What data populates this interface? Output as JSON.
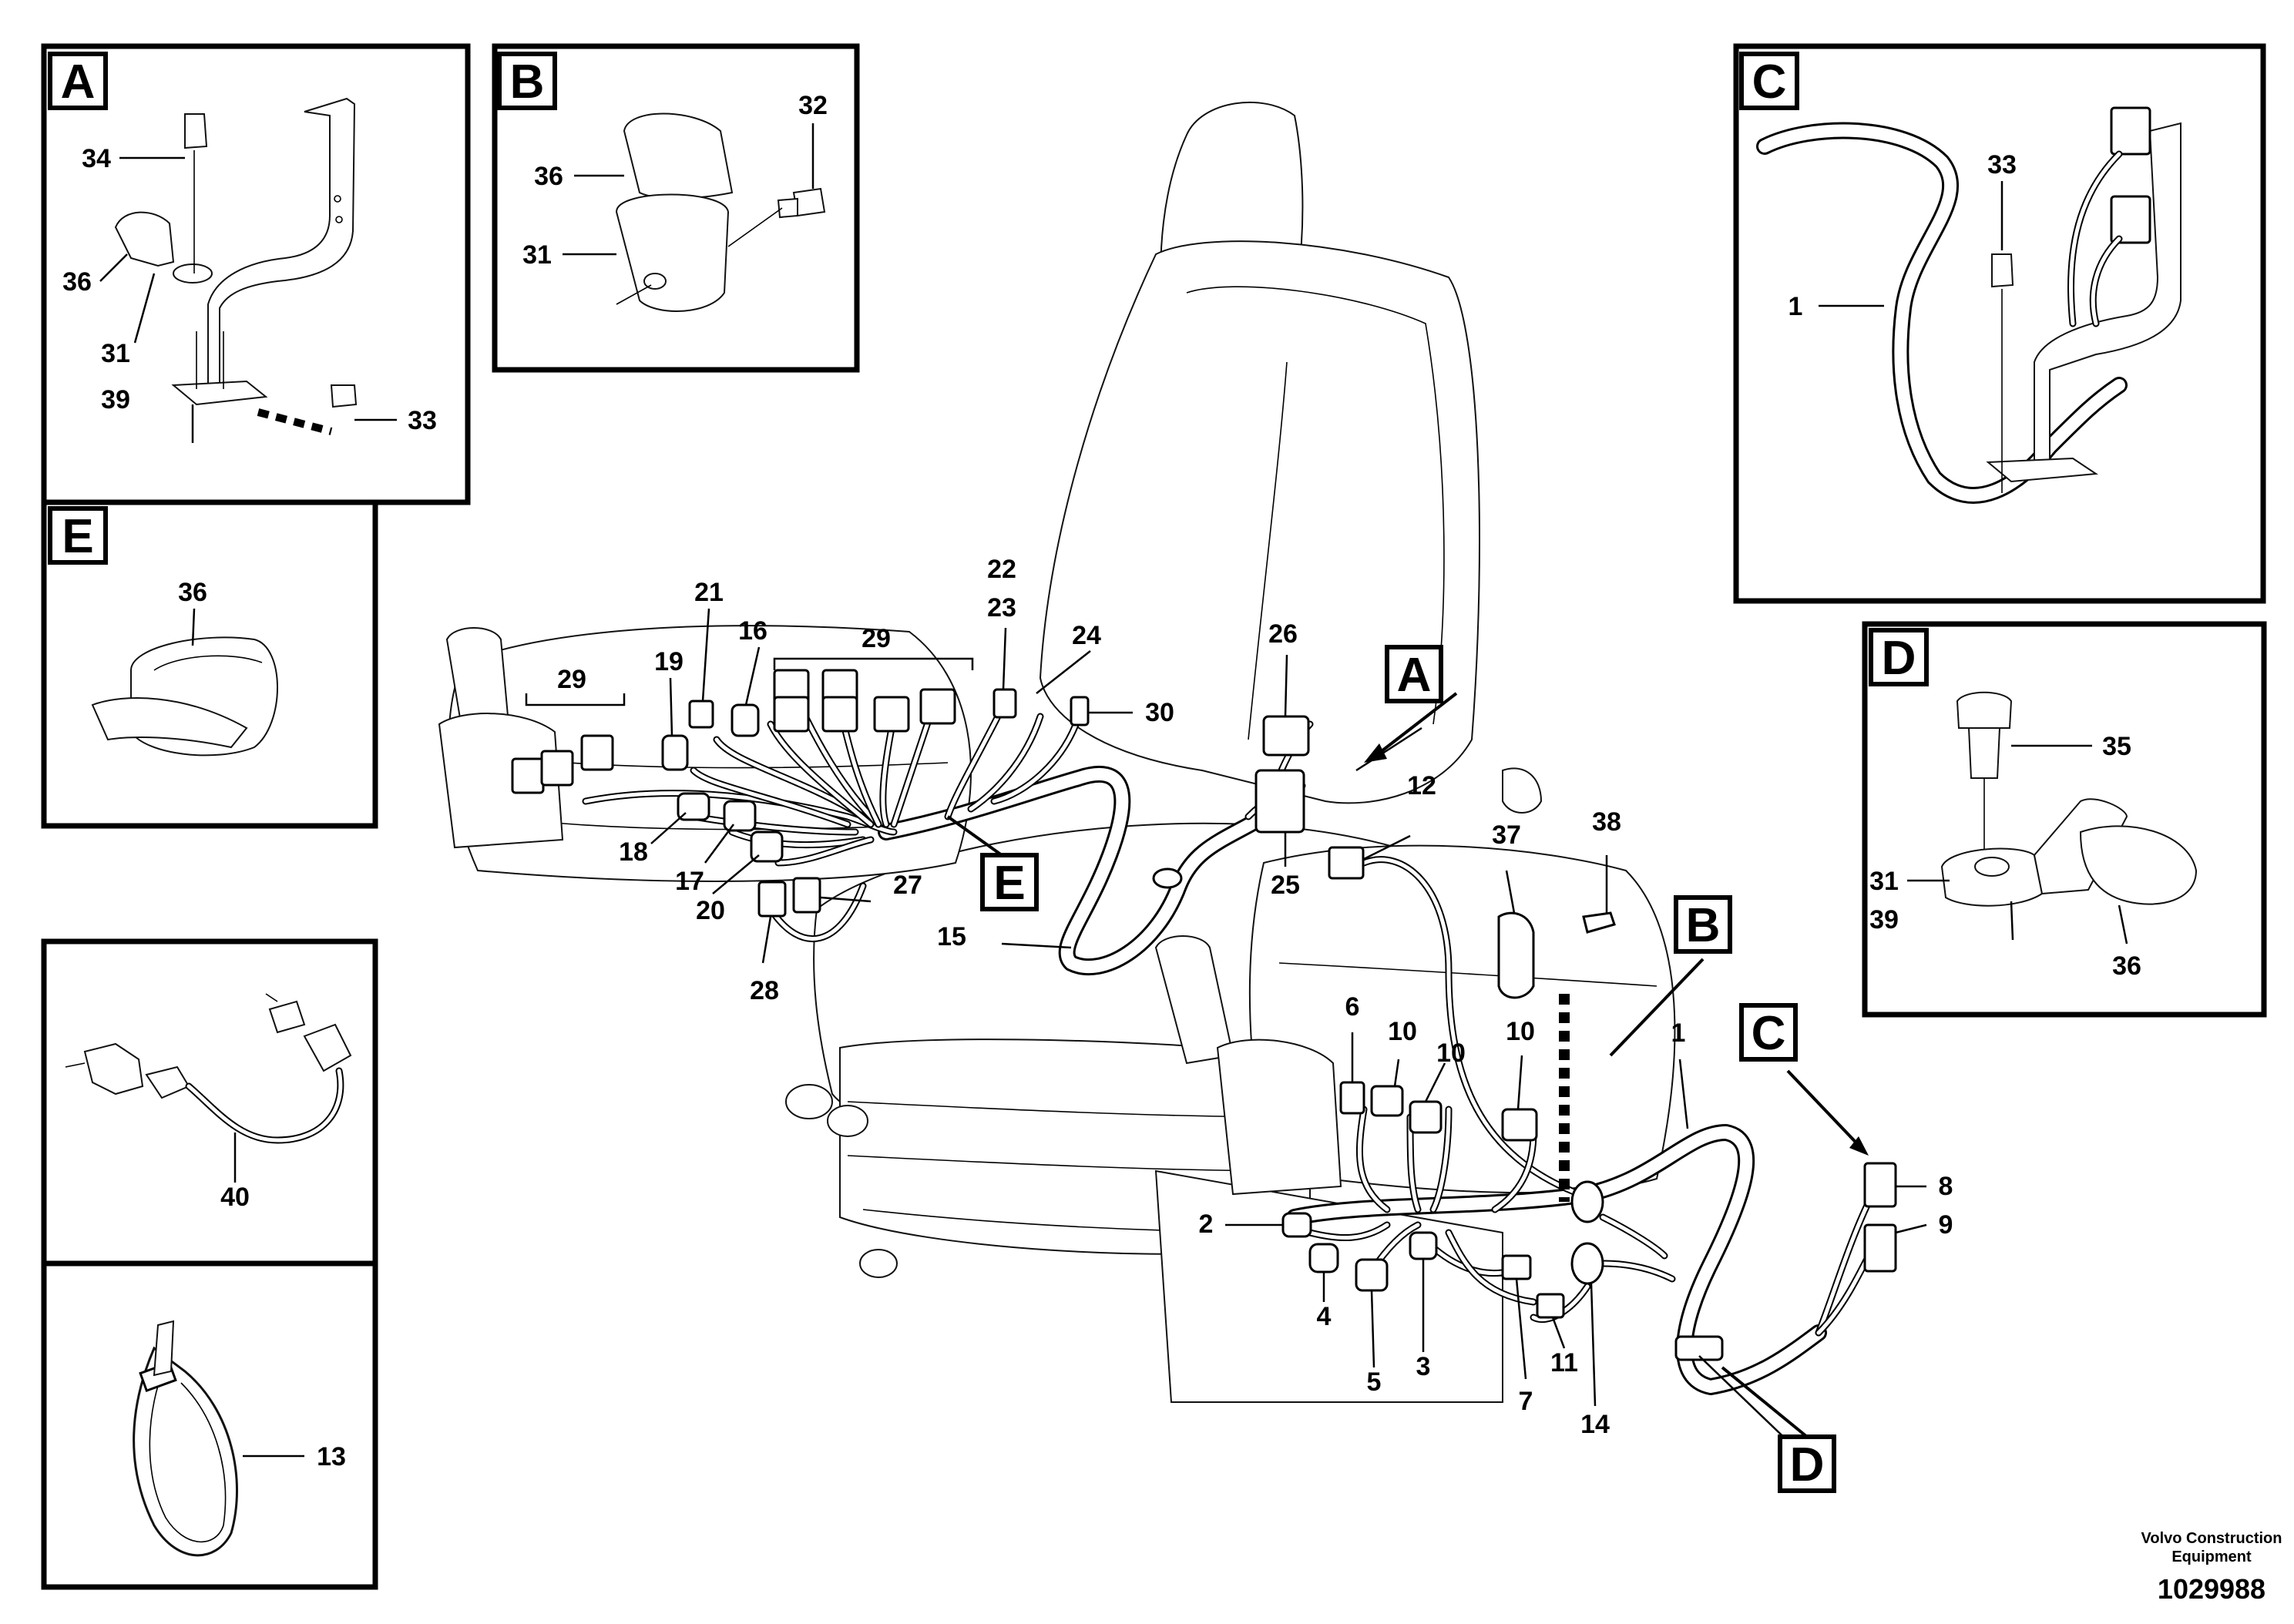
{
  "panels": [
    {
      "id": "A",
      "letter": "A"
    },
    {
      "id": "B",
      "letter": "B"
    },
    {
      "id": "C",
      "letter": "C"
    },
    {
      "id": "D",
      "letter": "D"
    },
    {
      "id": "E",
      "letter": "E"
    }
  ],
  "callout_tags": {
    "A": "A",
    "B": "B",
    "C": "C",
    "D": "D",
    "E": "E"
  },
  "labels": {
    "panel_a": [
      "34",
      "36",
      "31",
      "39",
      "33"
    ],
    "panel_b": [
      "32",
      "36",
      "31"
    ],
    "panel_c": [
      "33",
      "1"
    ],
    "panel_d": [
      "35",
      "31",
      "39",
      "36"
    ],
    "panel_e": [
      "36"
    ],
    "panel_40": [
      "40"
    ],
    "panel_13": [
      "13"
    ],
    "main": [
      "29",
      "19",
      "21",
      "16",
      "29",
      "22",
      "23",
      "24",
      "30",
      "26",
      "25",
      "12",
      "18",
      "17",
      "20",
      "27",
      "28",
      "15",
      "37",
      "38",
      "6",
      "10",
      "10",
      "10",
      "1",
      "8",
      "9",
      "2",
      "4",
      "5",
      "3",
      "7",
      "11",
      "14"
    ]
  },
  "footer": {
    "company_line1": "Volvo Construction",
    "company_line2": "Equipment",
    "drawing_number": "1029988"
  }
}
